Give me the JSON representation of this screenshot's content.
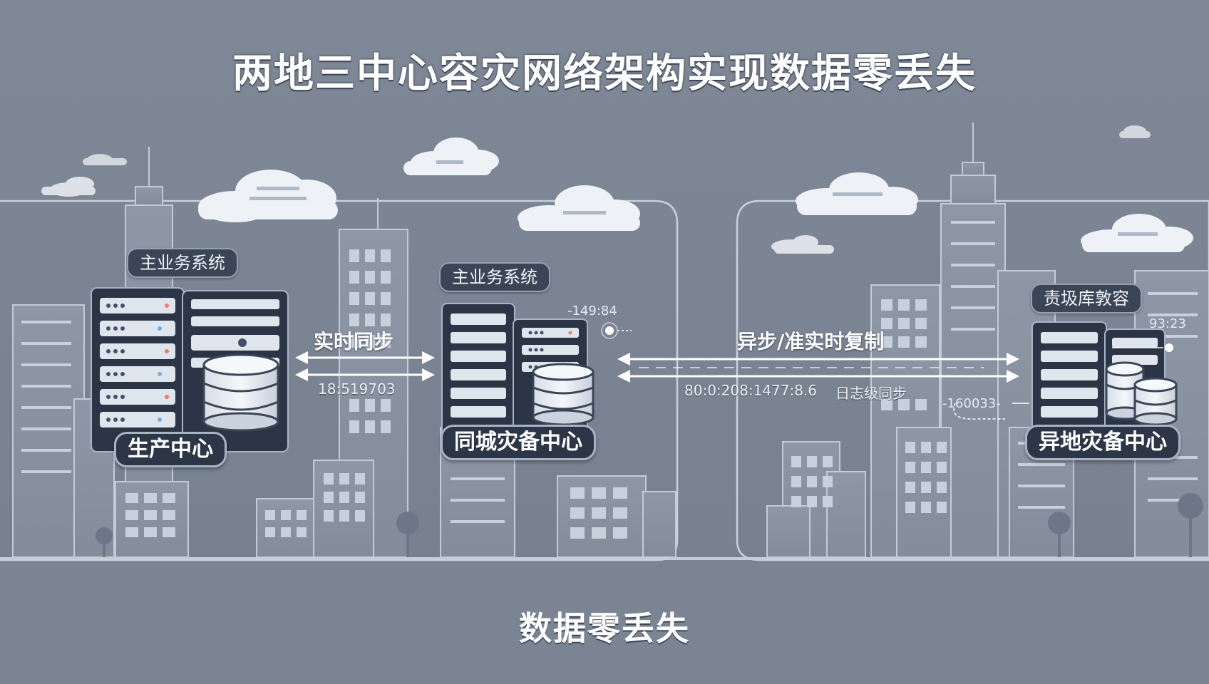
{
  "title": "两地三中心容灾网络架构实现数据零丢失",
  "footer": "数据零丢失",
  "nodes": {
    "production": {
      "system_tag": "主业务系统",
      "label": "生产中心"
    },
    "same_city": {
      "system_tag": "主业务系统",
      "label": "同城灾备中心",
      "timestamp": "-149:84"
    },
    "remote": {
      "system_tag": "责圾库敦容",
      "label": "异地灾备中心",
      "timestamp": "93:23",
      "side_timestamp": "-160033-"
    }
  },
  "links": {
    "sync": {
      "label": "实时同步",
      "detail": "18:519703"
    },
    "async": {
      "label": "异步/准实时复制",
      "detail": "80:0:208:1477:8.6",
      "detail_suffix": "日志级同步"
    }
  },
  "colors": {
    "background": "#7f8897",
    "building": "#8c95a4",
    "building_line": "#c7cfdb",
    "rack": "#2c3545",
    "rack_panel": "#dfe5ec",
    "arrow": "#ffffff",
    "label_bg": "#2d3646",
    "accent_led": "#f07a6a"
  },
  "icons": [
    "server-rack-icon",
    "database-icon",
    "cloud-icon",
    "double-arrow-icon",
    "antenna-tower-icon"
  ]
}
